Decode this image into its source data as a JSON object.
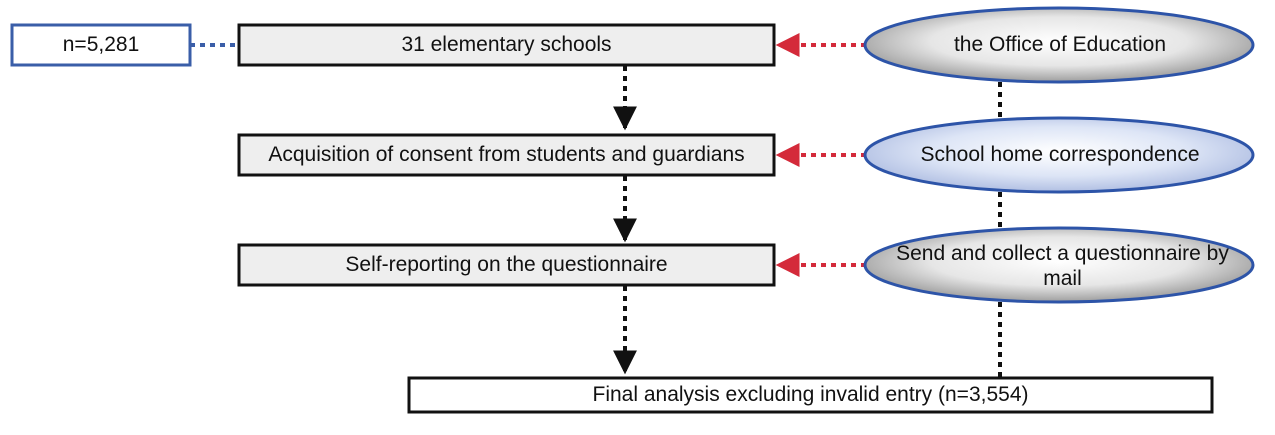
{
  "sample_box": {
    "label": "n=5,281"
  },
  "steps": [
    {
      "label": "31 elementary schools"
    },
    {
      "label": "Acquisition of consent from students and guardians"
    },
    {
      "label": "Self-reporting on the questionnaire"
    },
    {
      "label": "Final analysis excluding invalid entry (n=3,554)"
    }
  ],
  "sources": [
    {
      "label": "the Office of Education"
    },
    {
      "label": "School home correspondence"
    },
    {
      "label": "Send and collect a questionnaire by mail"
    }
  ],
  "colors": {
    "box_fill": "#eeeeee",
    "box_stroke": "#111111",
    "sample_stroke": "#3a5ea8",
    "arrow_red": "#d42a3a",
    "arrow_black": "#111111",
    "ellipse_stroke": "#2d54a8"
  }
}
